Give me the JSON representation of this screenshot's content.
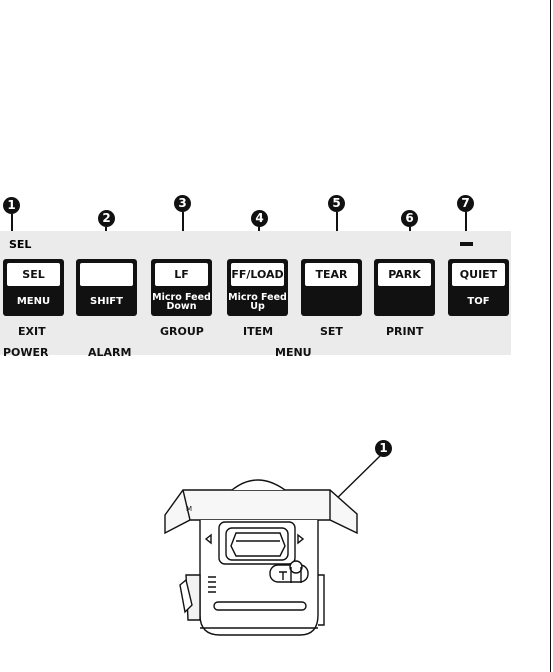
{
  "keys": [
    {
      "num": "1",
      "top": "SEL",
      "bottom": "MENU"
    },
    {
      "num": "2",
      "top": "",
      "bottom": "SHIFT"
    },
    {
      "num": "3",
      "top": "LF",
      "bottom_l1": "Micro Feed",
      "bottom_l2": "Down"
    },
    {
      "num": "4",
      "top": "FF/LOAD",
      "bottom_l1": "Micro Feed",
      "bottom_l2": "Up"
    },
    {
      "num": "5",
      "top": "TEAR",
      "bottom": ""
    },
    {
      "num": "6",
      "top": "PARK",
      "bottom": ""
    },
    {
      "num": "7",
      "top": "QUIET",
      "bottom": "TOF"
    }
  ],
  "above_labels": {
    "sel": "SEL"
  },
  "below_labels": {
    "exit": "EXIT",
    "power": "POWER",
    "alarm": "ALARM",
    "group": "GROUP",
    "item": "ITEM",
    "set": "SET",
    "print": "PRINT",
    "menu": "MENU"
  },
  "callout": {
    "num": "1"
  }
}
